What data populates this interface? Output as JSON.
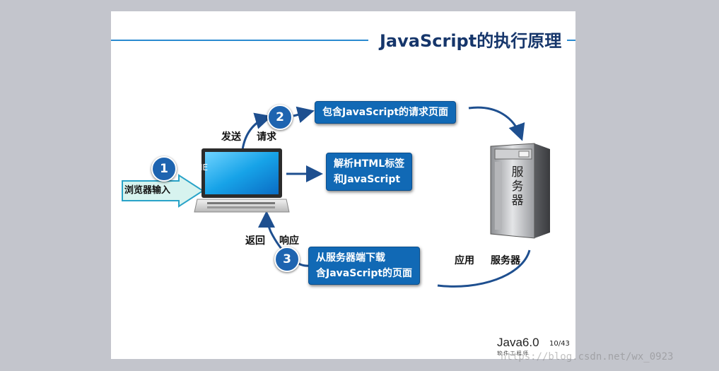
{
  "slide": {
    "title": "JavaScript的执行原理",
    "page_number": "10/43"
  },
  "steps": [
    {
      "number": "1"
    },
    {
      "number": "2"
    },
    {
      "number": "3"
    }
  ],
  "labels": {
    "browser_input": "浏览器输入",
    "send": "发送",
    "request": "请求",
    "return": "返回",
    "response": "响应",
    "app_server": "应用",
    "app_server_2": "服务器",
    "server_face_1": "服",
    "server_face_2": "务",
    "server_face_3": "器",
    "screen_text": "IE"
  },
  "callouts": {
    "request_page": "包含JavaScript的请求页面",
    "parse_line1": "解析HTML标签",
    "parse_line2": "和JavaScript",
    "download_line1": "从服务器端下载",
    "download_line2": "含JavaScript的页面"
  },
  "footer": {
    "brand": "Java6.0",
    "brand_sub": "软 件 工 程 师",
    "watermark": "https://blog.csdn.net/wx_0923"
  },
  "colors": {
    "accent": "#1169b5",
    "title": "#16366b",
    "line": "#2a8ad0",
    "arrow": "#1e4f8f"
  }
}
